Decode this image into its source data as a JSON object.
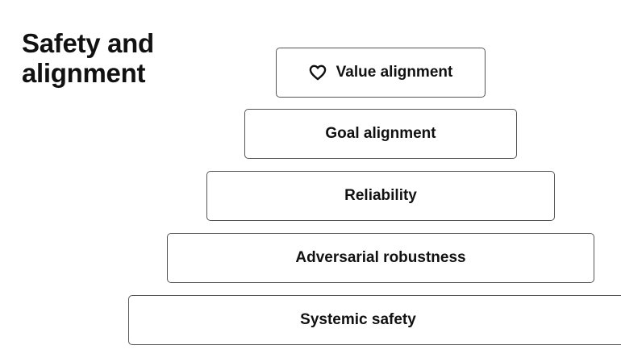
{
  "title": {
    "line1": "Safety and",
    "line2": "alignment"
  },
  "pyramid": {
    "tiers": [
      {
        "label": "Value alignment",
        "icon": "heart-icon"
      },
      {
        "label": "Goal alignment"
      },
      {
        "label": "Reliability"
      },
      {
        "label": "Adversarial robustness"
      },
      {
        "label": "Systemic safety"
      }
    ]
  }
}
